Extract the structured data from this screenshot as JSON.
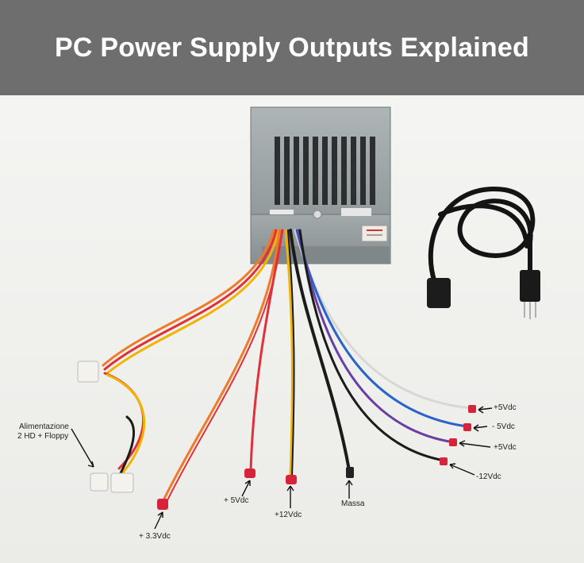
{
  "title": "PC Power Supply Outputs Explained",
  "labels": {
    "hd_floppy_line1": "Alimentazione",
    "hd_floppy_line2": "2 HD + Floppy",
    "v33": "+ 3.3Vdc",
    "v5a": "+ 5Vdc",
    "v12": "+12Vdc",
    "massa": "Massa",
    "r_p5a": "+5Vdc",
    "r_m5": "- 5Vdc",
    "r_p5b": "+5Vdc",
    "r_m12": "-12Vdc"
  },
  "colors": {
    "banner": "#6e6e6e",
    "psu_body": "#9aa2a4",
    "connector_red": "#d8243a",
    "wire_red": "#e0303a",
    "wire_yellow": "#f0b400",
    "wire_black": "#1b1b1b",
    "wire_orange": "#ee7a2a"
  },
  "icons": [
    "power-supply-unit",
    "power-cord",
    "molex-connector"
  ]
}
